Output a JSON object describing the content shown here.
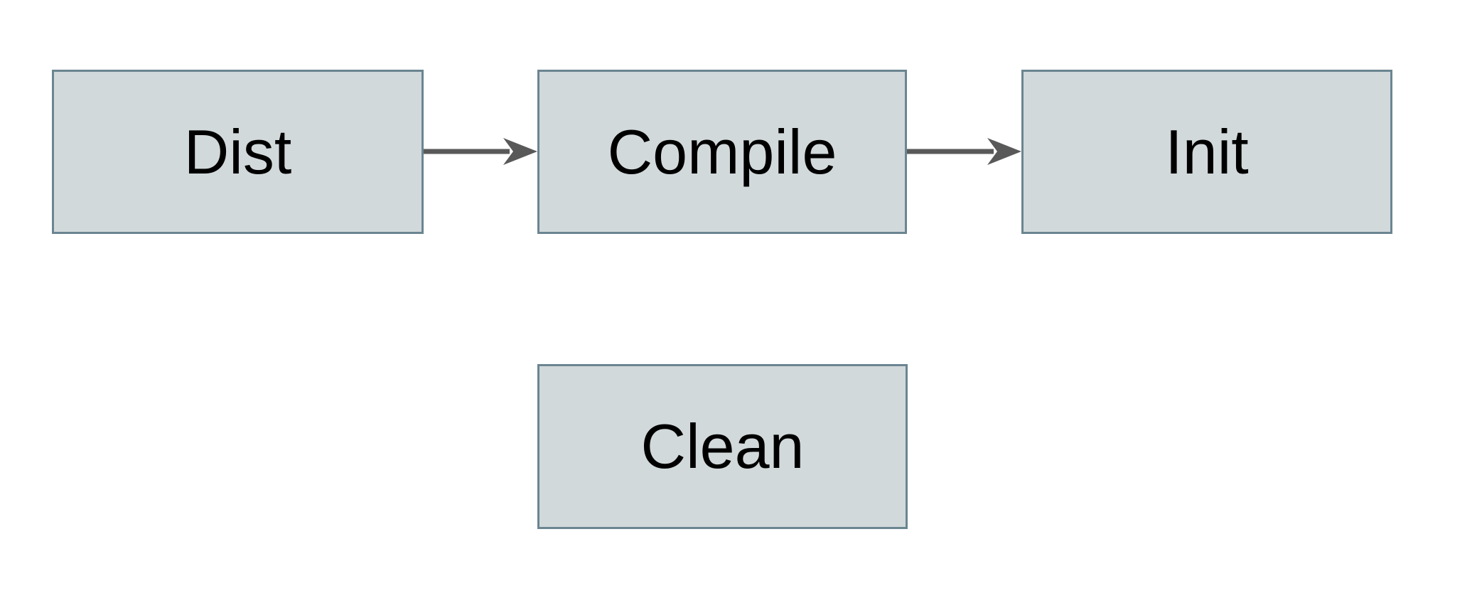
{
  "diagram": {
    "type": "flowchart",
    "background_color": "#ffffff",
    "nodes": [
      {
        "id": "dist",
        "label": "Dist"
      },
      {
        "id": "compile",
        "label": "Compile"
      },
      {
        "id": "init",
        "label": "Init"
      },
      {
        "id": "clean",
        "label": "Clean"
      }
    ],
    "edges": [
      {
        "from": "Dist",
        "to": "Compile",
        "direction": "right"
      },
      {
        "from": "Compile",
        "to": "Init",
        "direction": "right"
      }
    ],
    "colors": {
      "node_fill": "#d2d9db",
      "node_border": "#6b8591",
      "arrow": "#595959",
      "label_text": "#000000"
    }
  }
}
